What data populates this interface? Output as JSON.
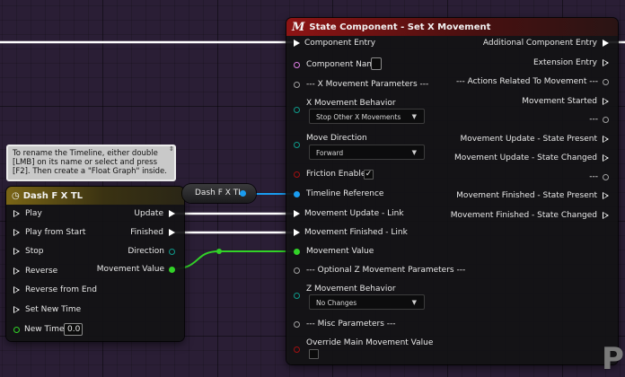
{
  "state_node": {
    "title": "State Component - Set X Movement",
    "header_icon": "M",
    "inputs": {
      "component_entry": "Component Entry",
      "component_name": "Component Name",
      "x_params": "--- X Movement Parameters ---",
      "x_behavior": "X Movement Behavior",
      "x_behavior_value": "Stop Other X Movements",
      "move_direction": "Move Direction",
      "move_direction_value": "Forward",
      "friction_enabled": "Friction Enabled",
      "timeline_reference": "Timeline Reference",
      "movement_update_link": "Movement Update - Link",
      "movement_finished_link": "Movement Finished - Link",
      "movement_value": "Movement Value",
      "optional_z_params": "--- Optional Z Movement Parameters ---",
      "z_behavior": "Z Movement Behavior",
      "z_behavior_value": "No Changes",
      "misc_params": "---  Misc Parameters ---",
      "override_main": "Override Main Movement Value"
    },
    "outputs": {
      "additional_component_entry": "Additional Component Entry",
      "extension_entry": "Extension Entry",
      "actions_related": "--- Actions Related To Movement ---",
      "movement_started": "Movement Started",
      "sep1": "---",
      "movement_update_present": "Movement Update - State Present",
      "movement_update_changed": "Movement Update - State Changed",
      "sep2": "---",
      "movement_finished_present": "Movement Finished - State Present",
      "movement_finished_changed": "Movement Finished - State Changed"
    }
  },
  "timeline_node": {
    "title": "Dash F X TL",
    "inputs": {
      "play": "Play",
      "play_from_start": "Play from Start",
      "stop": "Stop",
      "reverse": "Reverse",
      "reverse_from_end": "Reverse from End",
      "set_new_time": "Set New Time",
      "new_time": "New Time",
      "new_time_value": "0.0"
    },
    "outputs": {
      "update": "Update",
      "finished": "Finished",
      "direction": "Direction",
      "movement_value": "Movement Value"
    }
  },
  "variable_node": {
    "label": "Dash F X TL"
  },
  "comment": {
    "text": "To rename the Timeline, either double [LMB] on its name or select and press [F2]. Then create a \"Float Graph\" inside."
  },
  "colors": {
    "object_pin": "#1a9cf0",
    "float_pin": "#32d228",
    "bool_pin": "#a01010",
    "string_pin": "#e080e6",
    "struct_pin": "#0f9a8a",
    "watermark": "#7a7a7a"
  }
}
